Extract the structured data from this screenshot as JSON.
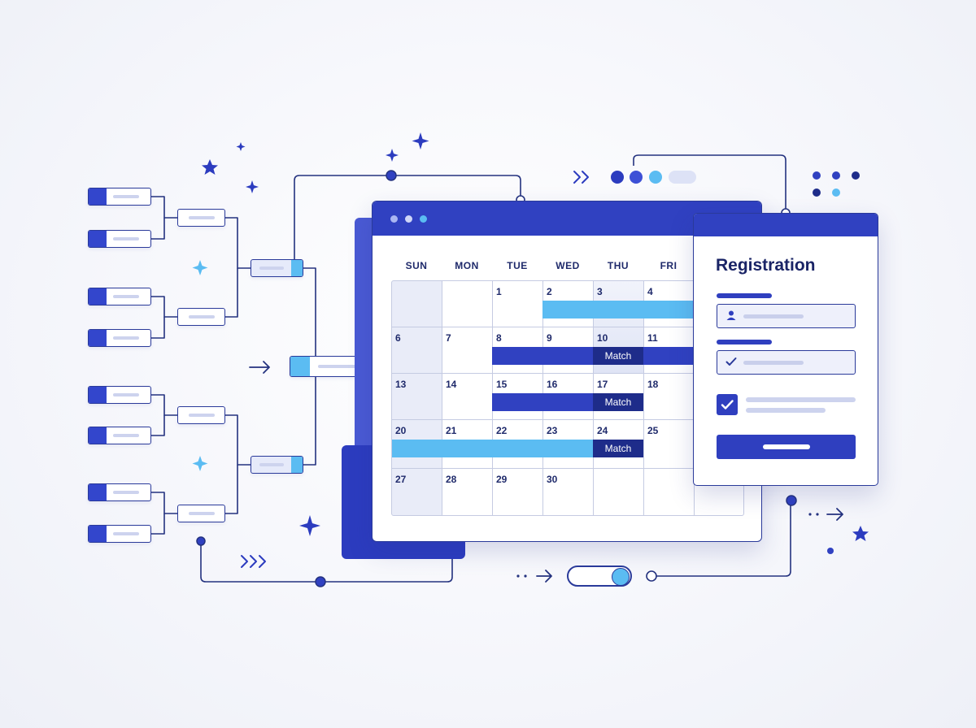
{
  "calendar": {
    "weekdays": [
      "SUN",
      "MON",
      "TUE",
      "WED",
      "THU",
      "FRI"
    ],
    "days": [
      "1",
      "2",
      "3",
      "4",
      "6",
      "7",
      "8",
      "9",
      "10",
      "11",
      "13",
      "14",
      "15",
      "16",
      "17",
      "18",
      "20",
      "21",
      "22",
      "23",
      "24",
      "25",
      "27",
      "28",
      "29",
      "30"
    ],
    "match_label": "Match"
  },
  "registration": {
    "title": "Registration"
  },
  "colors": {
    "primary": "#3041c1",
    "dark": "#1e2c8a",
    "accent": "#5bbcf2",
    "outline": "#2a3a9a"
  },
  "icons": {
    "user": "user-icon",
    "check": "check-icon",
    "star": "star-icon",
    "sparkle": "sparkle-icon",
    "chevrons": "chevrons-right-icon",
    "arrow": "arrow-right-icon"
  }
}
